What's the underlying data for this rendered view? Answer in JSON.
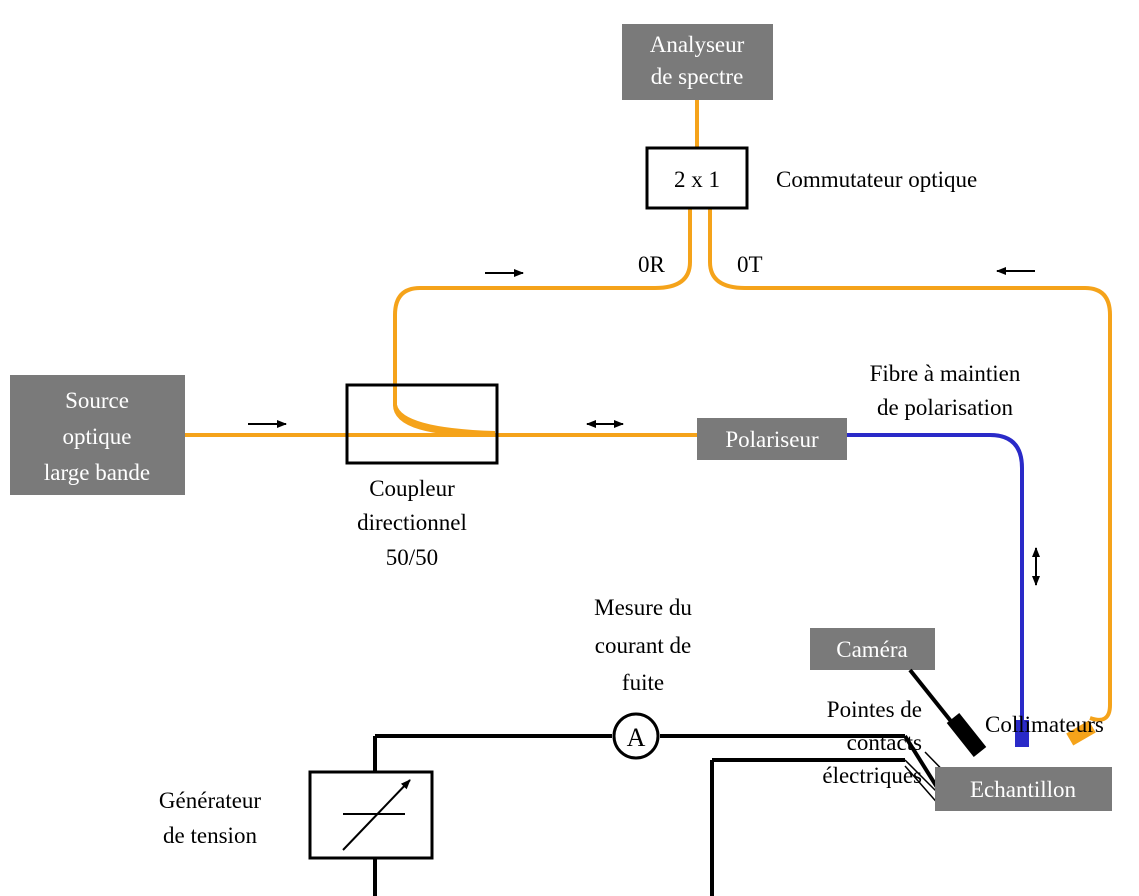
{
  "colors": {
    "fiber": "#f5a31a",
    "pm_fiber": "#2a2ac8",
    "box_fill": "#7a7a7a",
    "wire": "#000000"
  },
  "labels": {
    "analyzer": [
      "Analyseur",
      "de spectre"
    ],
    "switch_ratio": "2 x 1",
    "switch": "Commutateur optique",
    "port_r": "0R",
    "port_t": "0T",
    "source": [
      "Source",
      "optique",
      "large bande"
    ],
    "coupler": [
      "Coupleur",
      "directionnel",
      "50/50"
    ],
    "polarizer": "Polariseur",
    "pm_fiber": [
      "Fibre à maintien",
      "de polarisation"
    ],
    "current": [
      "Mesure du",
      "courant de",
      "fuite"
    ],
    "ammeter": "A",
    "camera": "Caméra",
    "collimators": "Collimateurs",
    "probes": [
      "Pointes de",
      "contacts",
      "électriques"
    ],
    "generator": [
      "Générateur",
      "de tension"
    ],
    "sample": "Echantillon"
  }
}
